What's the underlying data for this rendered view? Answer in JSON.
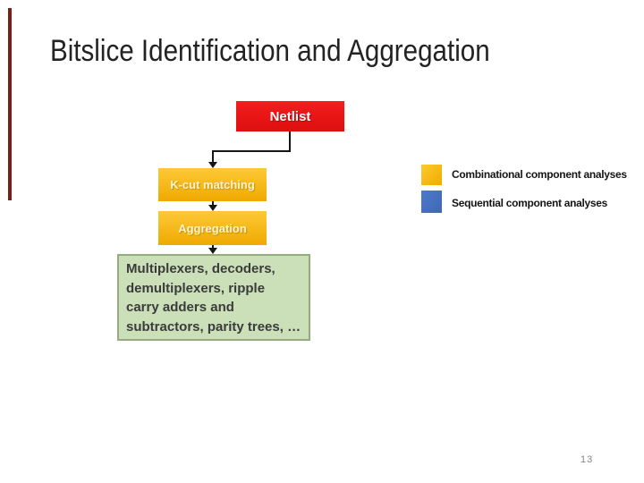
{
  "slide": {
    "title": "Bitslice Identification and Aggregation",
    "page_number": "13"
  },
  "flowchart": {
    "netlist_label": "Netlist",
    "kcut_label": "K-cut matching",
    "aggregation_label": "Aggregation",
    "result_text": "Multiplexers, decoders,\ndemultiplexers, ripple\ncarry adders and\nsubtractors, parity trees, …"
  },
  "legend": {
    "items": [
      {
        "label": "Combinational component analyses",
        "color": "#F5B60D"
      },
      {
        "label": "Sequential component analyses",
        "color": "#4472C4"
      }
    ]
  },
  "colors": {
    "netlist_red": "#EE1414",
    "process_gold": "#F5B60D",
    "result_green_fill": "#CBE0B9",
    "result_green_border": "#94AB80",
    "accent_bar_maroon": "#7A2018",
    "connector_black": "#161616"
  }
}
